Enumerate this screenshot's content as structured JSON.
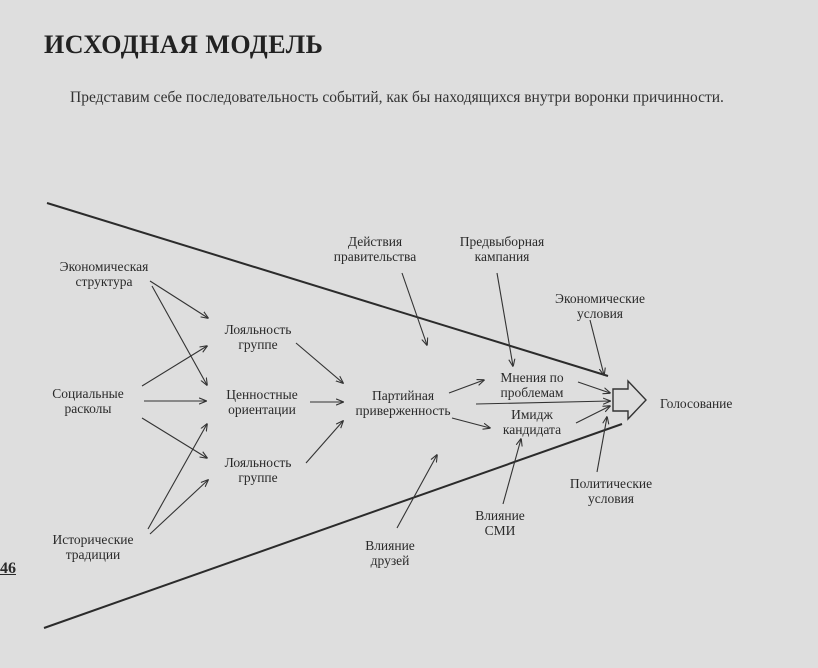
{
  "header": {
    "title": "ИСХОДНАЯ МОДЕЛЬ"
  },
  "intro": {
    "text": "Представим себе последовательность событий, как бы находящихся внутри воронки причинности."
  },
  "page_number": "46",
  "diagram": {
    "nodes": {
      "economic_structure": [
        "Экономическая",
        "структура"
      ],
      "social_cleavages": [
        "Социальные",
        "расколы"
      ],
      "historical_traditions": [
        "Исторические",
        "традиции"
      ],
      "group_loyalty_top": [
        "Лояльность",
        "группе"
      ],
      "value_orientations": [
        "Ценностные",
        "ориентации"
      ],
      "group_loyalty_bottom": [
        "Лояльность",
        "группе"
      ],
      "party_identification": [
        "Партийная",
        "приверженность"
      ],
      "government_actions": [
        "Действия",
        "правительства"
      ],
      "election_campaign": [
        "Предвыборная",
        "кампания"
      ],
      "economic_conditions": [
        "Экономические",
        "условия"
      ],
      "issue_opinions": [
        "Мнения по",
        "проблемам"
      ],
      "candidate_image": [
        "Имидж",
        "кандидата"
      ],
      "political_conditions": [
        "Политические",
        "условия"
      ],
      "media_influence": [
        "Влияние",
        "СМИ"
      ],
      "friends_influence": [
        "Влияние",
        "друзей"
      ],
      "voting": [
        "Голосование"
      ]
    }
  }
}
